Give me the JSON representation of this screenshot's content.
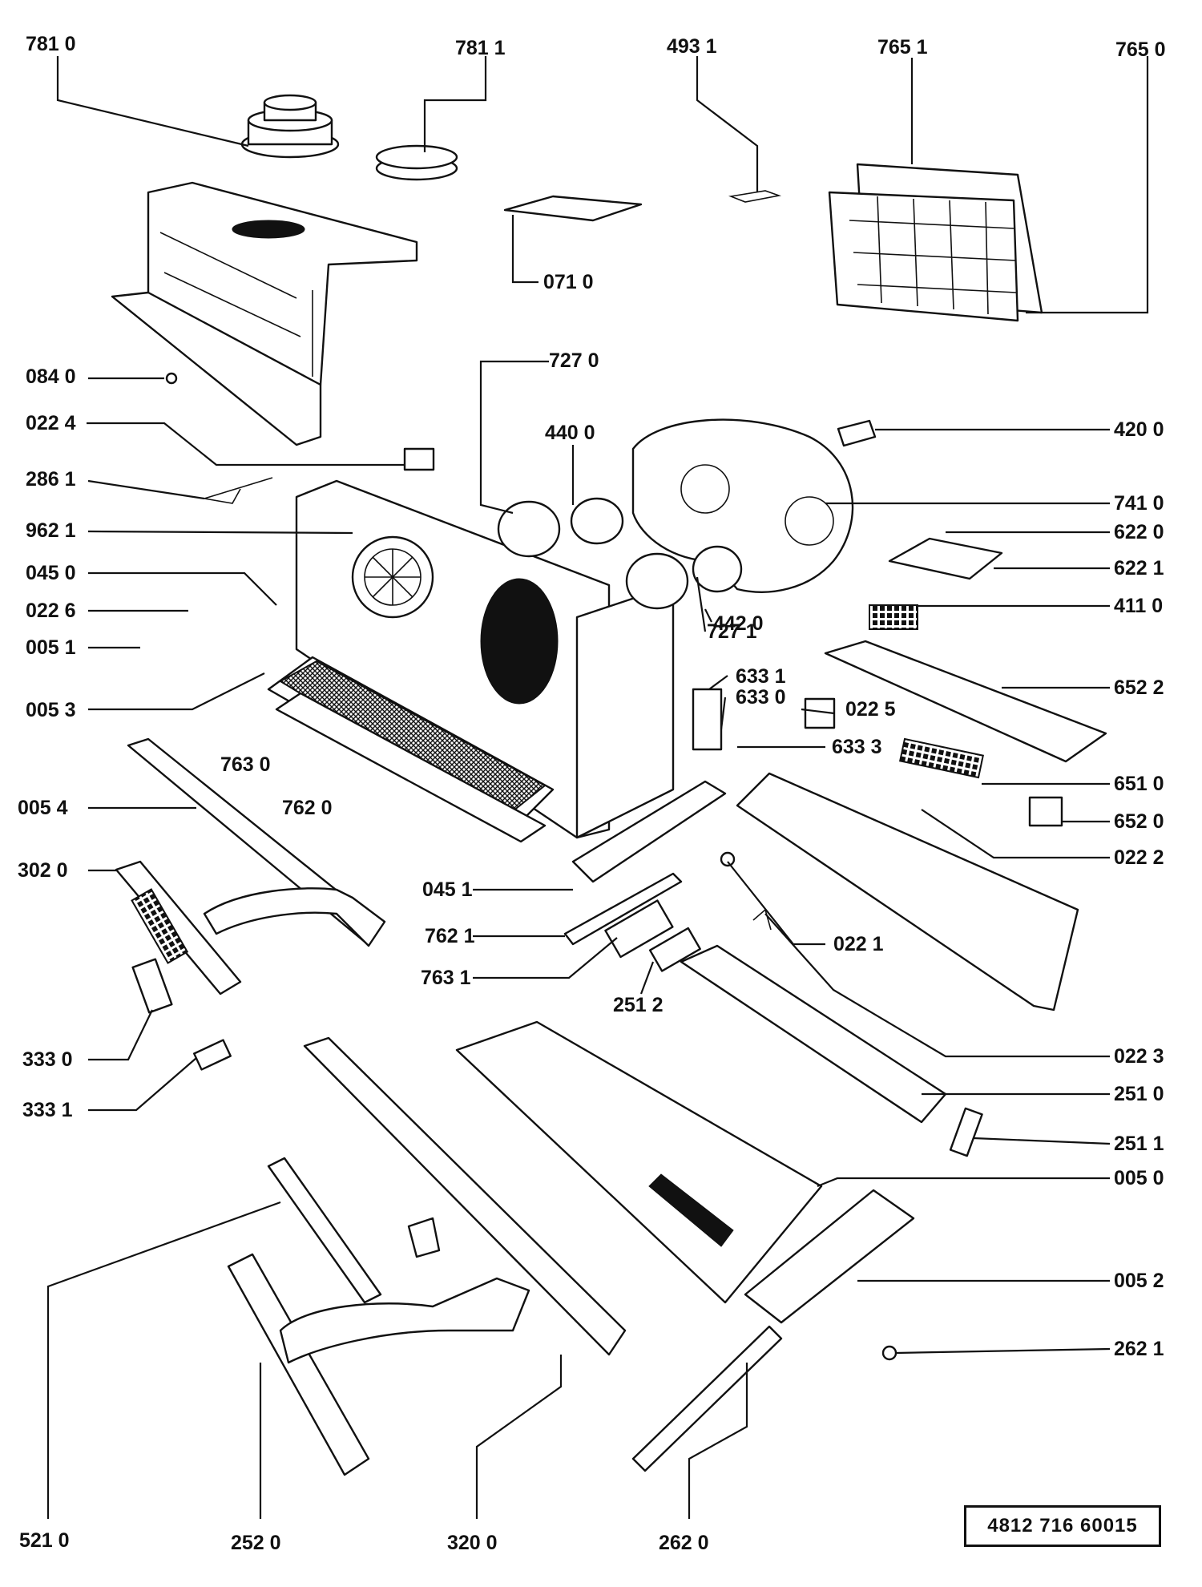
{
  "document_number": "4812  716  60015",
  "callouts": [
    {
      "id": "p7810",
      "text": "781 0"
    },
    {
      "id": "p7811",
      "text": "781 1"
    },
    {
      "id": "p4931",
      "text": "493 1"
    },
    {
      "id": "p7651",
      "text": "765  1"
    },
    {
      "id": "p7650",
      "text": "765 0"
    },
    {
      "id": "p0710",
      "text": "071 0"
    },
    {
      "id": "p0840",
      "text": "084 0"
    },
    {
      "id": "p0224",
      "text": "022 4"
    },
    {
      "id": "p7270",
      "text": "727 0"
    },
    {
      "id": "p4400",
      "text": "440 0"
    },
    {
      "id": "p4200",
      "text": "420 0"
    },
    {
      "id": "p2861",
      "text": "286 1"
    },
    {
      "id": "p7410",
      "text": "741 0"
    },
    {
      "id": "p9621",
      "text": "962 1"
    },
    {
      "id": "p6220",
      "text": "622 0"
    },
    {
      "id": "p0450",
      "text": "045 0"
    },
    {
      "id": "p6221",
      "text": "622 1"
    },
    {
      "id": "p0226",
      "text": "022 6"
    },
    {
      "id": "p4420",
      "text": "442 0"
    },
    {
      "id": "p4110",
      "text": "411 0"
    },
    {
      "id": "p0051",
      "text": "005 1"
    },
    {
      "id": "p7271",
      "text": "727 1"
    },
    {
      "id": "p6331",
      "text": "633 1"
    },
    {
      "id": "p6330",
      "text": "633 0"
    },
    {
      "id": "p6522",
      "text": "652 2"
    },
    {
      "id": "p0053",
      "text": "005 3"
    },
    {
      "id": "p0225",
      "text": "022 5"
    },
    {
      "id": "p6333",
      "text": "633 3"
    },
    {
      "id": "p7630",
      "text": "763  0"
    },
    {
      "id": "p6510",
      "text": "651  0"
    },
    {
      "id": "p7620",
      "text": "762  0"
    },
    {
      "id": "p0054",
      "text": "005 4"
    },
    {
      "id": "p6520",
      "text": "652  0"
    },
    {
      "id": "p0222",
      "text": "022  2"
    },
    {
      "id": "p3020",
      "text": "302  0"
    },
    {
      "id": "p0451",
      "text": "045 1"
    },
    {
      "id": "p0221",
      "text": "022  1"
    },
    {
      "id": "p7621",
      "text": "762 1"
    },
    {
      "id": "p7631",
      "text": "763  1"
    },
    {
      "id": "p2512",
      "text": "251  2"
    },
    {
      "id": "p3330",
      "text": "333 0"
    },
    {
      "id": "p0223",
      "text": "022 3"
    },
    {
      "id": "p2510",
      "text": "251  0"
    },
    {
      "id": "p3331",
      "text": "333 1"
    },
    {
      "id": "p2511",
      "text": "251 1"
    },
    {
      "id": "p0050",
      "text": "005 0"
    },
    {
      "id": "p0052",
      "text": "005  2"
    },
    {
      "id": "p2621",
      "text": "262  1"
    },
    {
      "id": "p5210",
      "text": "521 0"
    },
    {
      "id": "p2520",
      "text": "252  0"
    },
    {
      "id": "p3200",
      "text": "320  0"
    },
    {
      "id": "p2620",
      "text": "262  0"
    }
  ]
}
